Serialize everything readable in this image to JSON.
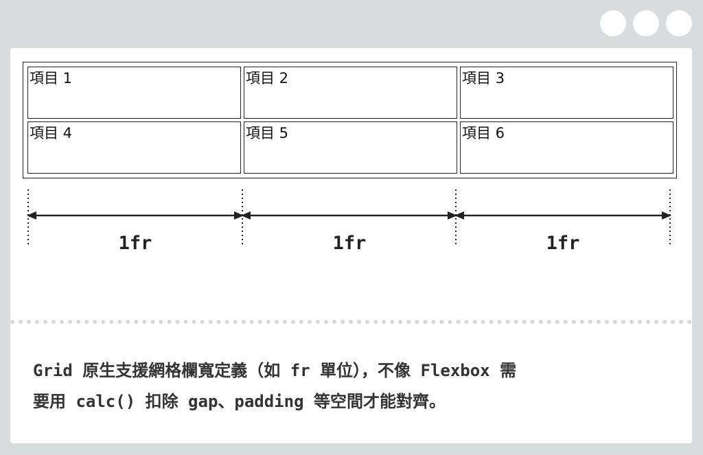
{
  "grid_items": [
    "項目 1",
    "項目 2",
    "項目 3",
    "項目 4",
    "項目 5",
    "項目 6"
  ],
  "columns": [
    {
      "label": "1fr"
    },
    {
      "label": "1fr"
    },
    {
      "label": "1fr"
    }
  ],
  "caption": {
    "line1": "Grid 原生支援網格欄寬定義（如 fr 單位），不像 Flexbox 需",
    "line2": "要用 calc() 扣除 gap、padding 等空間才能對齊。"
  }
}
